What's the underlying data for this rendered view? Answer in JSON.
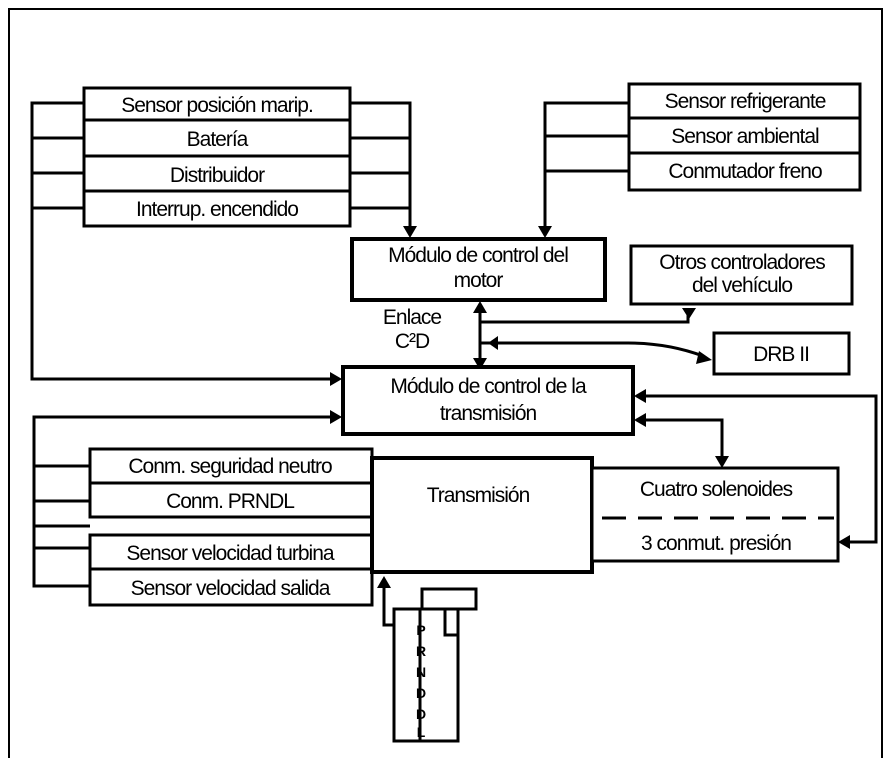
{
  "inputs_left": [
    "Sensor posición marip.",
    "Batería",
    "Distribuidor",
    "Interrup. encendido"
  ],
  "inputs_right": [
    "Sensor refrigerante",
    "Sensor ambiental",
    "Conmutador freno"
  ],
  "engine_module": [
    "Módulo de control del",
    "motor"
  ],
  "other_controllers": [
    "Otros controladores",
    "del vehículo"
  ],
  "link_label": [
    "Enlace",
    "C²D"
  ],
  "drb": "DRB II",
  "transmission_module": [
    "Módulo de control de la",
    "transmisión"
  ],
  "transmission_inputs": [
    "Conm. seguridad neutro",
    "Conm. PRNDL",
    "Sensor velocidad turbina",
    "Sensor velocidad salida"
  ],
  "transmission": "Transmisión",
  "solenoids": "Cuatro solenoides",
  "pressure_switches": "3 conmut. presión",
  "shift_letters": [
    "P",
    "R",
    "N",
    "D",
    "D",
    "L"
  ]
}
